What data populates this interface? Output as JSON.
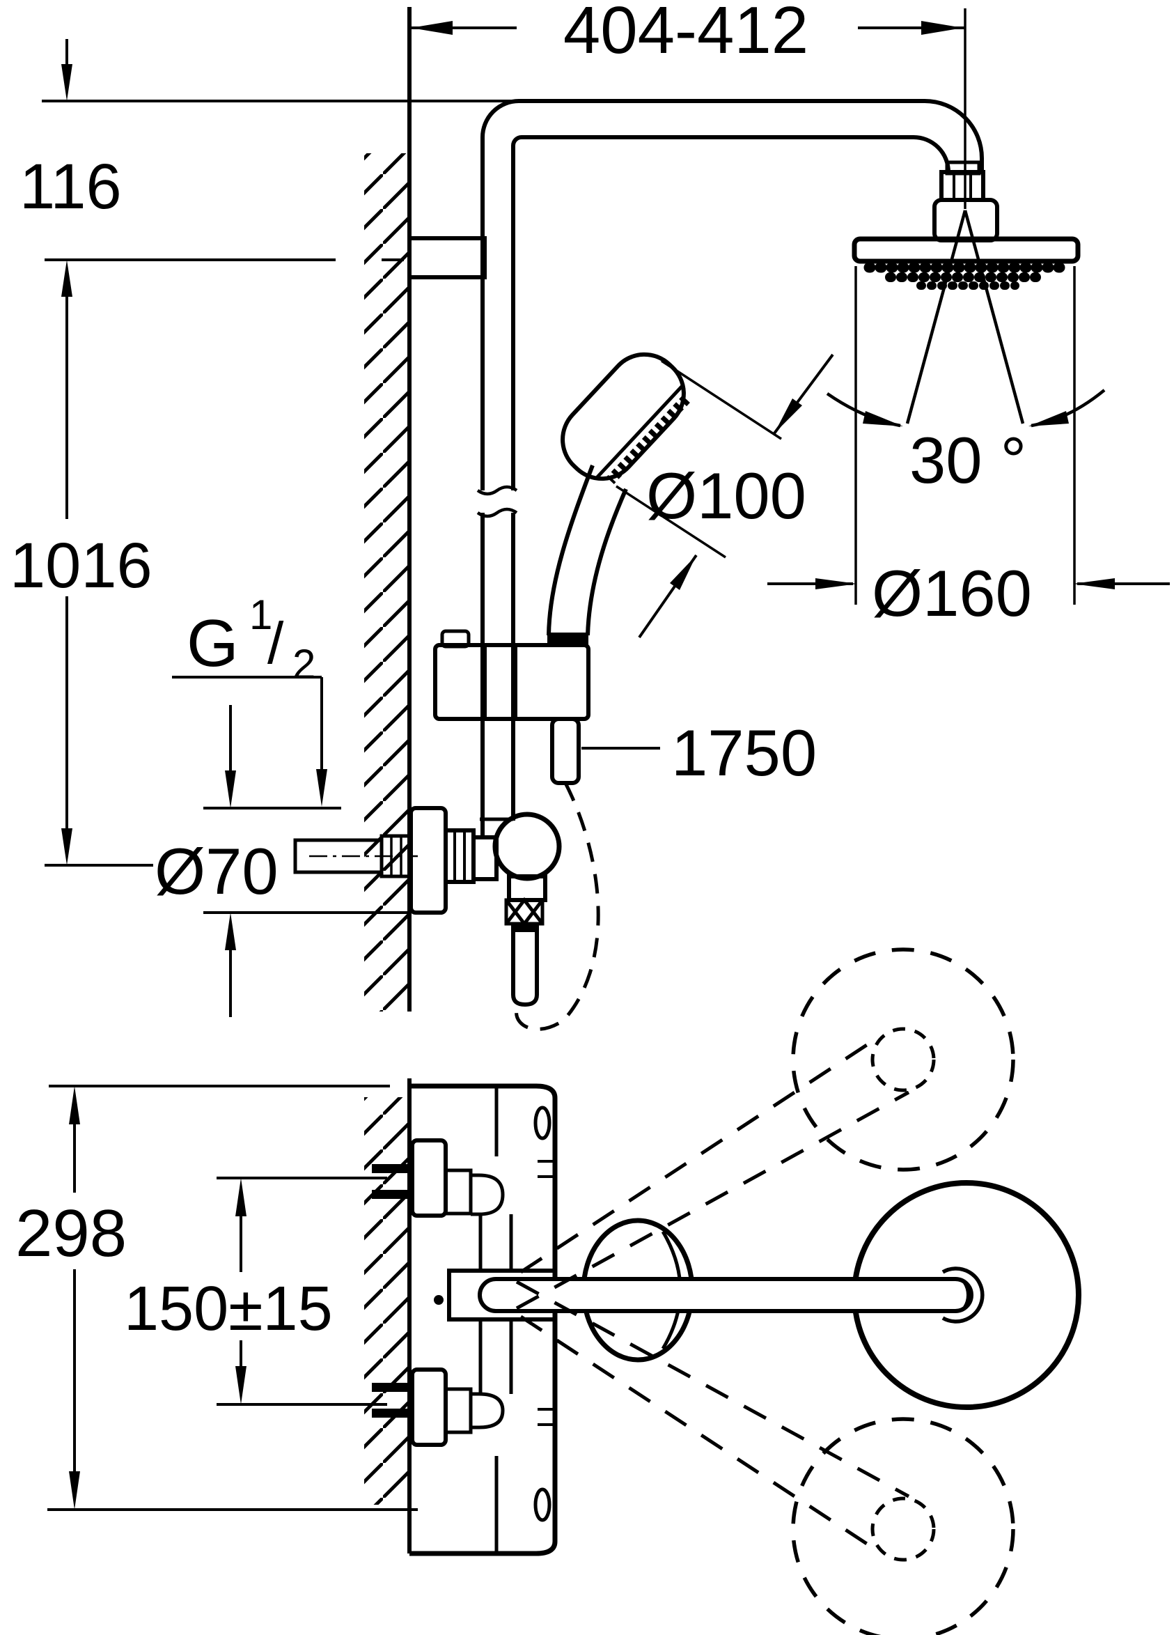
{
  "drawing": {
    "type": "technical dimensional drawing",
    "subject": "wall-mounted shower system with head shower, hand shower, rail and exposed mixer (side elevation and plan view)",
    "colors": {
      "line": "#000000",
      "background": "#ffffff"
    },
    "labels": {
      "arm_reach": "404-412",
      "arm_drop": "116",
      "rail_length": "1016",
      "hand_shower_diameter": "Ø100",
      "head_swivel_angle": "30 °",
      "head_diameter": "Ø160",
      "hose_length": "1750",
      "escutcheon_diameter": "Ø70",
      "thread_size_g": "G",
      "thread_size_num": "1",
      "thread_size_slash": "/",
      "thread_size_den": "2",
      "plate_height": "298",
      "inlet_spacing": "150±15"
    }
  }
}
